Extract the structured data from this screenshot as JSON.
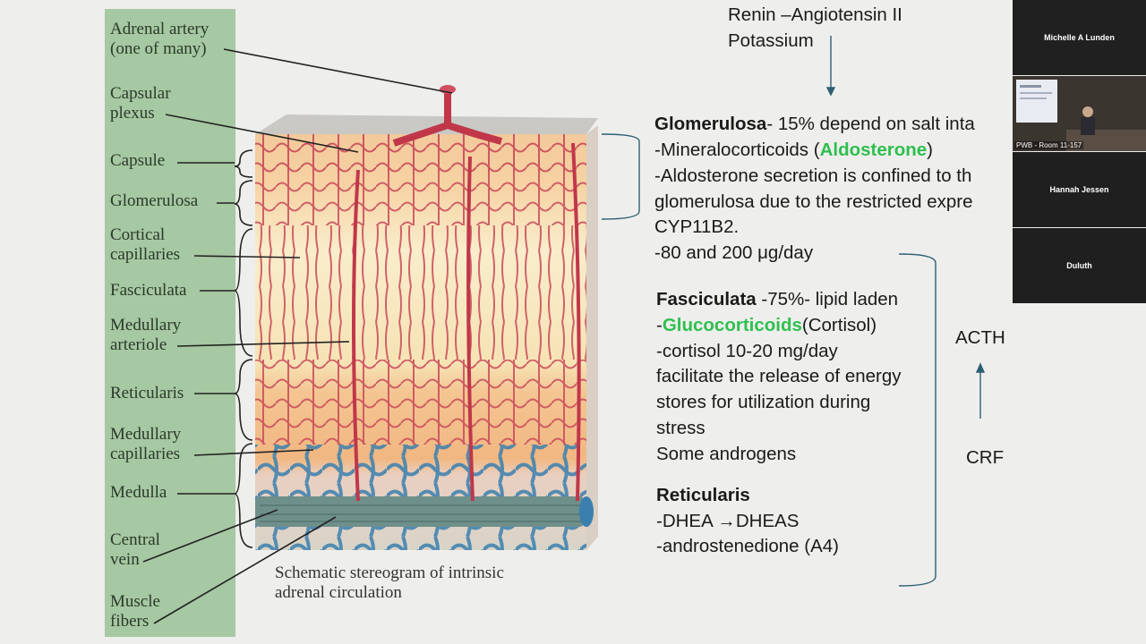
{
  "figure_labels": {
    "adrenal_artery": "Adrenal artery\n(one of many)",
    "capsular_plexus": "Capsular\nplexus",
    "capsule": "Capsule",
    "glomerulosa": "Glomerulosa",
    "cortical_capillaries": "Cortical\ncapillaries",
    "fasciculata": "Fasciculata",
    "medullary_arteriole": "Medullary\narteriole",
    "reticularis": "Reticularis",
    "medullary_capillaries": "Medullary\ncapillaries",
    "medulla": "Medulla",
    "central_vein": "Central\nvein",
    "muscle_fibers": "Muscle\nfibers"
  },
  "caption": "Schematic stereogram of intrinsic\nadrenal circulation",
  "top_notes": {
    "line1": "Renin –Angiotensin II",
    "line2": "Potassium"
  },
  "glomerulosa": {
    "title": "Glomerulosa",
    "title_rest": "- 15% depend on salt inta",
    "l1_pre": "-Mineralocorticoids (",
    "l1_green": "Aldosterone",
    "l1_post": ")",
    "l2": "-Aldosterone secretion is confined to th",
    "l3": "glomerulosa due to the restricted expre",
    "l4": "CYP11B2.",
    "l5": "-80 and 200 μg/day"
  },
  "fasciculata": {
    "title": "Fasciculata",
    "title_rest": " -75%- lipid laden",
    "l1_pre": "-",
    "l1_green": "Glucocorticoids",
    "l1_post": "(Cortisol)",
    "l2": "-cortisol 10-20 mg/day",
    "l3": "facilitate the release of energy",
    "l4": "stores for utilization during",
    "l5": "stress",
    "l6": "Some androgens"
  },
  "reticularis": {
    "title": "Reticularis",
    "l1": "-DHEA →DHEAS",
    "l2": "-androstenedione (A4)"
  },
  "acth": "ACTH",
  "crf": "CRF",
  "participants": {
    "p1": "Michelle A Lunden",
    "p2_room": "PWB - Room 11-157",
    "p3": "Hannah Jessen",
    "p4": "Duluth"
  },
  "colors": {
    "accent_green": "#2fbf4f",
    "label_panel": "#a6c8a2",
    "artery_red": "#c0374a",
    "vein_blue": "#3a7fae"
  }
}
